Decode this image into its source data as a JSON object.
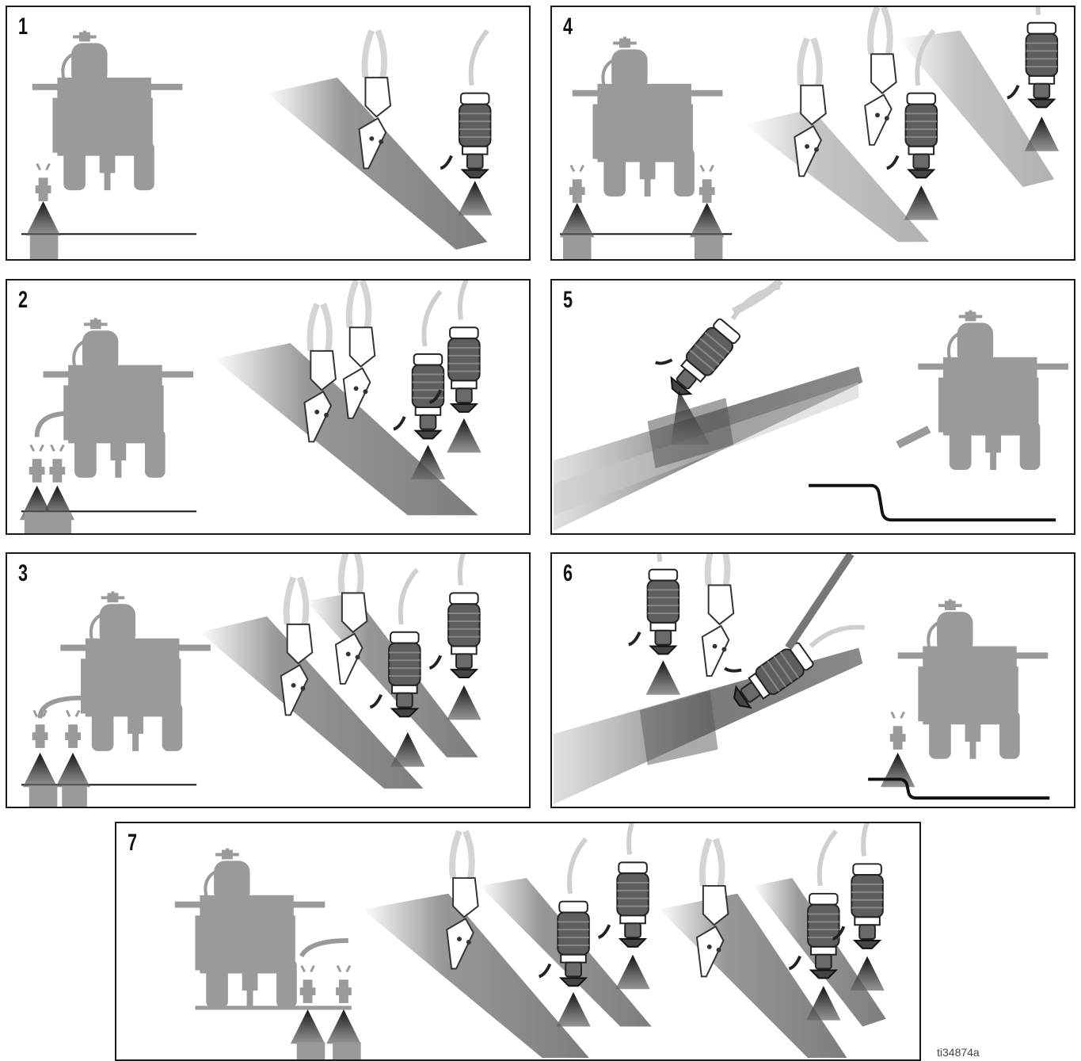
{
  "panels": [
    {
      "id": 1,
      "label": "1"
    },
    {
      "id": 2,
      "label": "2"
    },
    {
      "id": 3,
      "label": "3"
    },
    {
      "id": 4,
      "label": "4"
    },
    {
      "id": 5,
      "label": "5"
    },
    {
      "id": 6,
      "label": "6"
    },
    {
      "id": 7,
      "label": "7"
    }
  ],
  "figure_id": "ti34874a",
  "colors": {
    "silhouette": "#9a9a9a",
    "stripe": "#8c8c8c",
    "line": "#111111",
    "gun_body": "#6e6e6e"
  }
}
